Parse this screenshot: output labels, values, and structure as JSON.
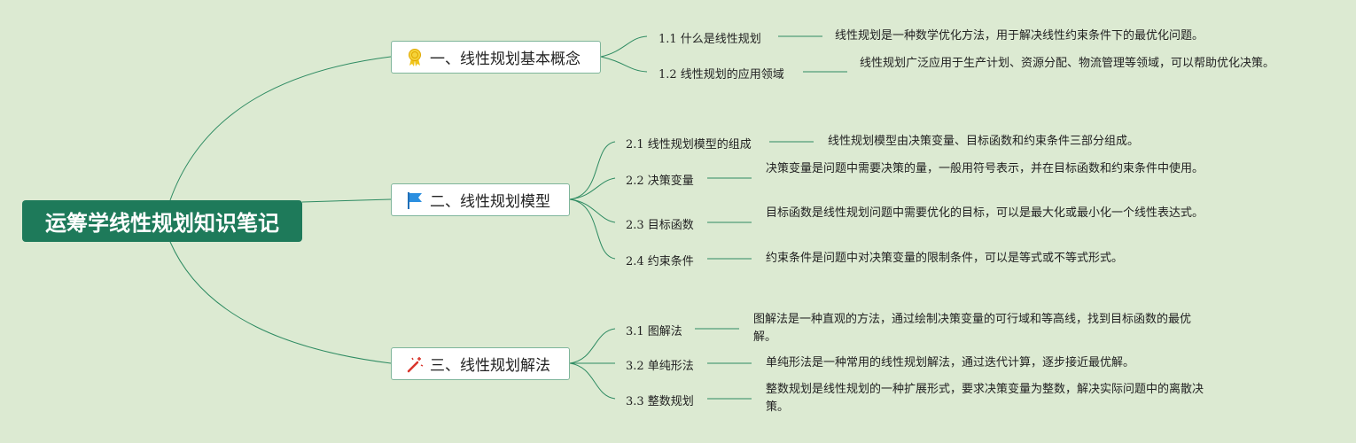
{
  "root": {
    "title": "运筹学线性规划知识笔记"
  },
  "branches": [
    {
      "icon": "award-ribbon-icon",
      "label": "一、线性规划基本概念",
      "items": [
        {
          "label": "1.1 什么是线性规划",
          "desc": "线性规划是一种数学优化方法，用于解决线性约束条件下的最优化问题。"
        },
        {
          "label": "1.2 线性规划的应用领域",
          "desc": "线性规划广泛应用于生产计划、资源分配、物流管理等领域，可以帮助优化决策。"
        }
      ]
    },
    {
      "icon": "flag-icon",
      "label": "二、线性规划模型",
      "items": [
        {
          "label": "2.1 线性规划模型的组成",
          "desc": "线性规划模型由决策变量、目标函数和约束条件三部分组成。"
        },
        {
          "label": "2.2 决策变量",
          "desc": "决策变量是问题中需要决策的量，一般用符号表示，并在目标函数和约束条件中使用。"
        },
        {
          "label": "2.3 目标函数",
          "desc": "目标函数是线性规划问题中需要优化的目标，可以是最大化或最小化一个线性表达式。"
        },
        {
          "label": "2.4 约束条件",
          "desc": "约束条件是问题中对决策变量的限制条件，可以是等式或不等式形式。"
        }
      ]
    },
    {
      "icon": "magic-wand-icon",
      "label": "三、线性规划解法",
      "items": [
        {
          "label": "3.1 图解法",
          "desc": "图解法是一种直观的方法，通过绘制决策变量的可行域和等高线，找到目标函数的最优解。"
        },
        {
          "label": "3.2 单纯形法",
          "desc": "单纯形法是一种常用的线性规划解法，通过迭代计算，逐步接近最优解。"
        },
        {
          "label": "3.3 整数规划",
          "desc": "整数规划是线性规划的一种扩展形式，要求决策变量为整数，解决实际问题中的离散决策。"
        }
      ]
    }
  ],
  "colors": {
    "background": "#dcead2",
    "root": "#1e7a5a",
    "edge": "#2e8b62",
    "branch_border": "#7fb59b"
  }
}
